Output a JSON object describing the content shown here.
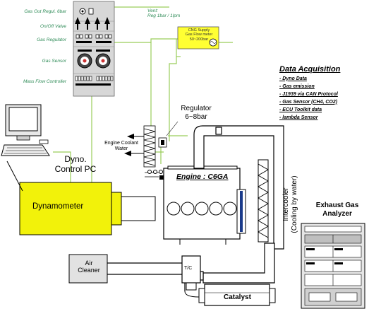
{
  "panel_labels": [
    "Gas Out Regul. 6bar",
    "On/Off Valve",
    "Gas Regulator",
    "Gas Sensor",
    "Mass Flow Controller"
  ],
  "vent_label": [
    "Vent:",
    "Reg 1bar / 1lpm"
  ],
  "cng_supply": [
    "CNG Supply",
    "Gas Flow meter",
    "50~200bar"
  ],
  "regulator": [
    "Regulator",
    "6~8bar"
  ],
  "coolant": [
    "Engine Coolant",
    "Water"
  ],
  "dyno_pc": [
    "Dyno.",
    "Control PC"
  ],
  "dynamometer": "Dynamometer",
  "engine": "Engine : C6GA",
  "intercooler": [
    "Intercooler",
    "(Cooling by water)"
  ],
  "exhaust_analyzer": [
    "Exhaust Gas",
    "Analyzer"
  ],
  "air_cleaner": [
    "Air",
    "Cleaner"
  ],
  "turbo": "T/C",
  "catalyst": "Catalyst",
  "data_acquisition": {
    "title": "Data Acquisition",
    "items": [
      "- Dyno Data",
      "- Gas emission",
      "- J1939 via CAN Protocol",
      "- Gas Sensor (CH4, CO2)",
      "- ECU Toolkit data",
      "- lambda Sensor"
    ]
  },
  "colors": {
    "panel": "#d7d7d7",
    "gas_line": "#9acd5a",
    "cng_box": "#ffff33",
    "dynamometer": "#f2f20a",
    "label_green": "#2e8b57"
  }
}
